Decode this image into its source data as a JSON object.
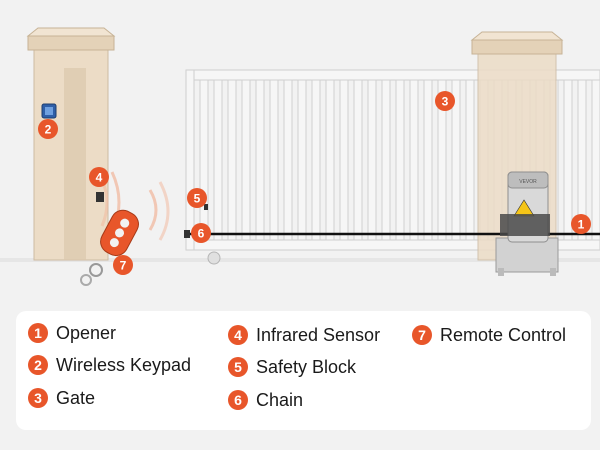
{
  "device_label": "VEVOR",
  "colors": {
    "accent": "#e8562a",
    "pillar": "#ecdcc6",
    "gate": "#f3f3f3",
    "chain": "#111111"
  },
  "callouts": [
    {
      "number": "1",
      "name": "Opener"
    },
    {
      "number": "2",
      "name": "Wireless Keypad"
    },
    {
      "number": "3",
      "name": "Gate"
    },
    {
      "number": "4",
      "name": "Infrared Sensor"
    },
    {
      "number": "5",
      "name": "Safety Block"
    },
    {
      "number": "6",
      "name": "Chain"
    },
    {
      "number": "7",
      "name": "Remote Control"
    }
  ],
  "legend": [
    {
      "number": "1",
      "label": "Opener"
    },
    {
      "number": "2",
      "label": "Wireless Keypad"
    },
    {
      "number": "3",
      "label": "Gate"
    },
    {
      "number": "4",
      "label": "Infrared Sensor"
    },
    {
      "number": "5",
      "label": "Safety Block"
    },
    {
      "number": "6",
      "label": "Chain"
    },
    {
      "number": "7",
      "label": "Remote Control"
    }
  ]
}
